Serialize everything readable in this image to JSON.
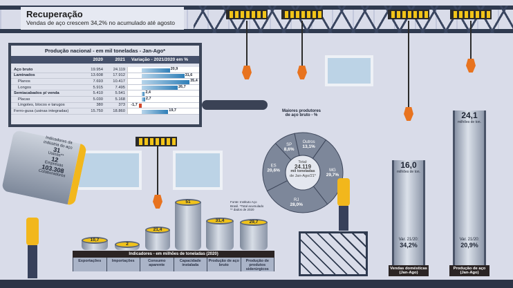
{
  "header": {
    "title": "Recuperação",
    "subtitle": "Vendas de aço crescem 34,2% no acumulado até agosto"
  },
  "chart_data": [
    {
      "type": "table",
      "title": "Produção nacional - em mil toneladas - Jan-Ago*",
      "columns": [
        "",
        "2020",
        "2021",
        "Variação - 2021/2020 em %"
      ],
      "rows": [
        {
          "label": "Aço bruto",
          "y2020": "19.954",
          "y2021": "24.119",
          "var": 20.9,
          "var_label": "20,9",
          "style": "b"
        },
        {
          "label": "Laminados",
          "y2020": "13.608",
          "y2021": "17.912",
          "var": 31.6,
          "var_label": "31,6",
          "style": "b"
        },
        {
          "label": "Planos",
          "y2020": "7.693",
          "y2021": "10.417",
          "var": 35.4,
          "var_label": "35,4",
          "style": "i"
        },
        {
          "label": "Longos",
          "y2020": "5.915",
          "y2021": "7.495",
          "var": 26.7,
          "var_label": "26,7",
          "style": "i"
        },
        {
          "label": "Semiacabados p/ venda",
          "y2020": "5.410",
          "y2021": "5.541",
          "var": 2.4,
          "var_label": "2,4",
          "style": "b"
        },
        {
          "label": "Placas",
          "y2020": "5.030",
          "y2021": "5.168",
          "var": 2.7,
          "var_label": "2,7",
          "style": "i"
        },
        {
          "label": "Lingotes, blocos e tarugos",
          "y2020": "380",
          "y2021": "373",
          "var": -1.7,
          "var_label": "-1,7",
          "style": "i"
        },
        {
          "label": "Ferro-gusa (usinas integradas)",
          "y2020": "15.750",
          "y2021": "18.860",
          "var": 19.7,
          "var_label": "19,7",
          "style": ""
        }
      ],
      "xlim": [
        -10,
        43
      ]
    },
    {
      "type": "pie",
      "title": "Maiores produtores de aço bruto - %",
      "center": {
        "line1": "Total:",
        "line2": "24.119",
        "line3": "mil toneladas",
        "line4": "de Jan-Ago/21*"
      },
      "slices": [
        {
          "name": "Outros",
          "value": 13.1,
          "label": "13,1%"
        },
        {
          "name": "MG",
          "value": 29.7,
          "label": "29,7%"
        },
        {
          "name": "RJ",
          "value": 28.0,
          "label": "28,0%"
        },
        {
          "name": "ES",
          "value": 20.6,
          "label": "20,6%"
        },
        {
          "name": "SP",
          "value": 8.6,
          "label": "8,6%"
        }
      ]
    },
    {
      "type": "bar",
      "title": "Indicadores - em milhões de toneladas (2020)",
      "categories": [
        "Exportações",
        "Importações",
        "Consumo aparente",
        "Capacidade instalada",
        "Produção de aço bruto",
        "Produção de produtos siderúrgicos"
      ],
      "values": [
        10.7,
        2,
        21.4,
        51,
        31.4,
        29.7
      ],
      "labels": [
        "10,7",
        "2",
        "21,4",
        "51",
        "31,4",
        "29,7"
      ]
    },
    {
      "type": "bar",
      "categories": [
        "Vendas domésticas (Jan-Ago)",
        "Produção de aço (Jan-Ago)"
      ],
      "values": [
        16.0,
        24.1
      ],
      "labels": [
        "16,0",
        "24,1"
      ],
      "unit": "milhões de ton.",
      "var_label": "Var. 21/20:",
      "var": [
        "34,2%",
        "20,9%"
      ]
    }
  ],
  "industry": {
    "title": "Indicadores da indústria do aço",
    "usinas": "31",
    "usinas_label": "Usinas**",
    "empresas": "12",
    "empresas_label": "Empresas",
    "colab": "103.308",
    "colab_label": "Colaboradores"
  },
  "source": "Fonte: Instituto Aço Brasil. *Total acumulado ** dados de 2020",
  "colors": {
    "accent": "#f2c418",
    "hook": "#e8731f",
    "bar": "#2f7fb8",
    "neg": "#d2462a"
  }
}
